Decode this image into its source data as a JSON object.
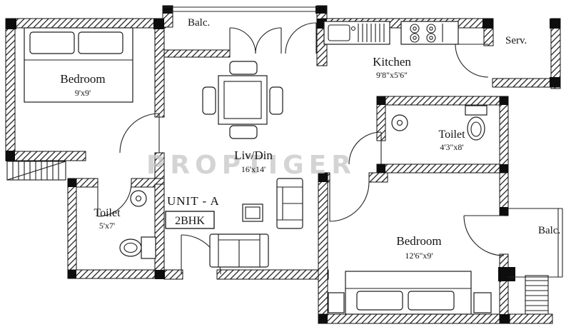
{
  "watermark": "PROPTIGER",
  "unit": {
    "name": "UNIT - A",
    "type": "2BHK"
  },
  "rooms": {
    "bedroom_top": {
      "name": "Bedroom",
      "dims": "9'x9'"
    },
    "balcony_top": {
      "name": "Balc."
    },
    "kitchen": {
      "name": "Kitchen",
      "dims": "9'8\"x5'6\""
    },
    "servant": {
      "name": "Serv."
    },
    "toilet_right": {
      "name": "Toilet",
      "dims": "4'3\"x8'"
    },
    "toilet_left": {
      "name": "Toilet",
      "dims": "5'x7'"
    },
    "living": {
      "name": "Liv/Din",
      "dims": "16'x14'"
    },
    "bedroom_bottom": {
      "name": "Bedroom",
      "dims": "12'6\"x9'"
    },
    "balcony_right": {
      "name": "Balc."
    }
  }
}
